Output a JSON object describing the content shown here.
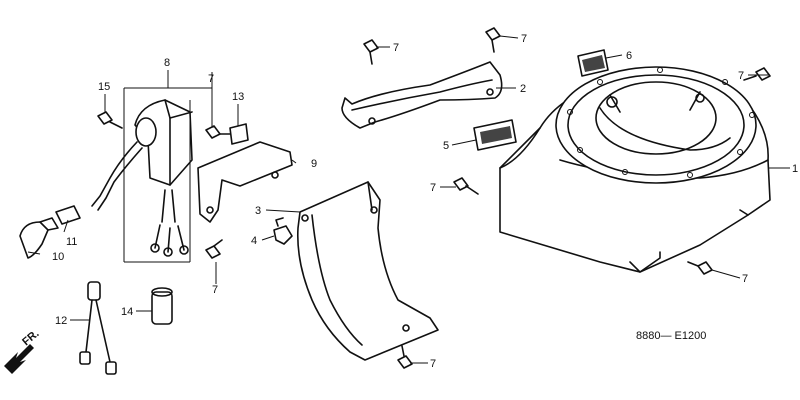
{
  "diagram": {
    "callouts": {
      "n1": "1",
      "n2": "2",
      "n3": "3",
      "n4": "4",
      "n5": "5",
      "n6": "6",
      "n7a": "7",
      "n7b": "7",
      "n7c": "7",
      "n7d": "7",
      "n7e": "7",
      "n7f": "7",
      "n7g": "7",
      "n7h": "7",
      "n8": "8",
      "n9": "9",
      "n10": "10",
      "n11": "11",
      "n12": "12",
      "n13": "13",
      "n14": "14",
      "n15": "15"
    },
    "direction_label": "FR.",
    "diagram_code": "8880— E1200"
  }
}
